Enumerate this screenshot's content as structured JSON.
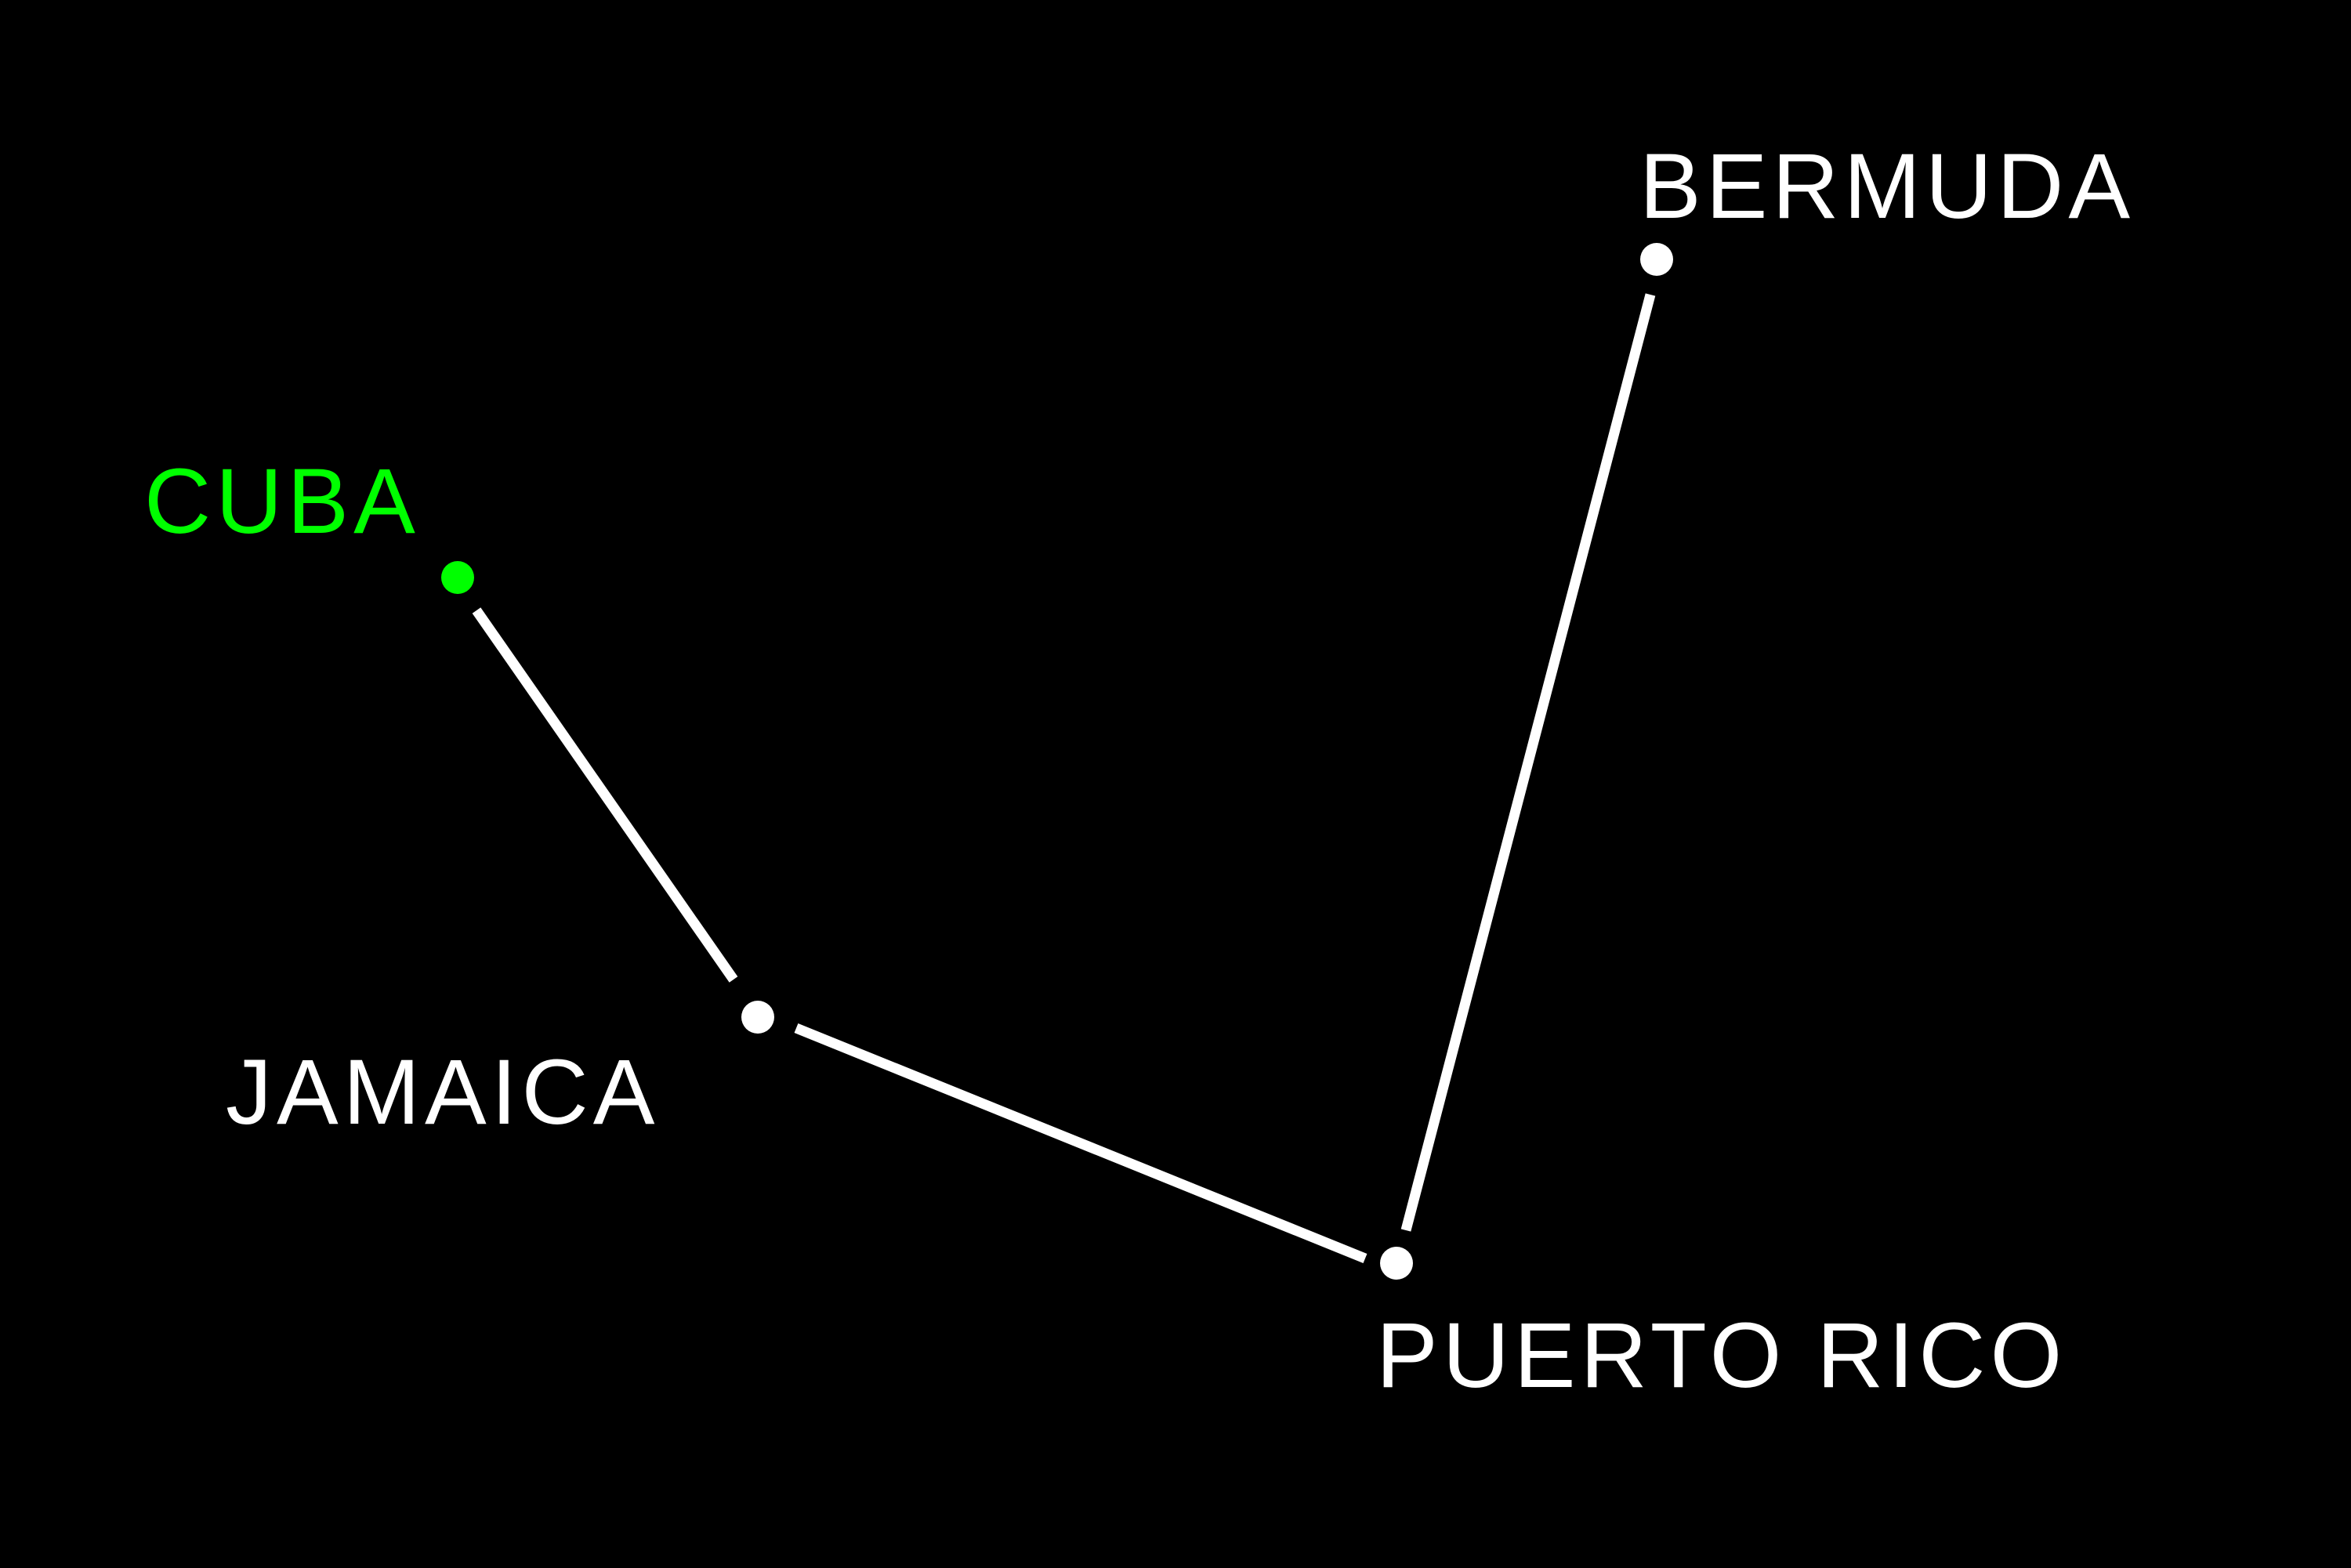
{
  "diagram": {
    "background": "#000000",
    "default_color": "#ffffff",
    "highlight_color": "#00ff00",
    "nodes": [
      {
        "id": "cuba",
        "label": "CUBA",
        "highlighted": true
      },
      {
        "id": "jamaica",
        "label": "JAMAICA",
        "highlighted": false
      },
      {
        "id": "puerto-rico",
        "label": "PUERTO RICO",
        "highlighted": false
      },
      {
        "id": "bermuda",
        "label": "BERMUDA",
        "highlighted": false
      }
    ],
    "edges": [
      {
        "from": "cuba",
        "to": "jamaica"
      },
      {
        "from": "jamaica",
        "to": "puerto-rico"
      },
      {
        "from": "puerto-rico",
        "to": "bermuda"
      }
    ]
  }
}
